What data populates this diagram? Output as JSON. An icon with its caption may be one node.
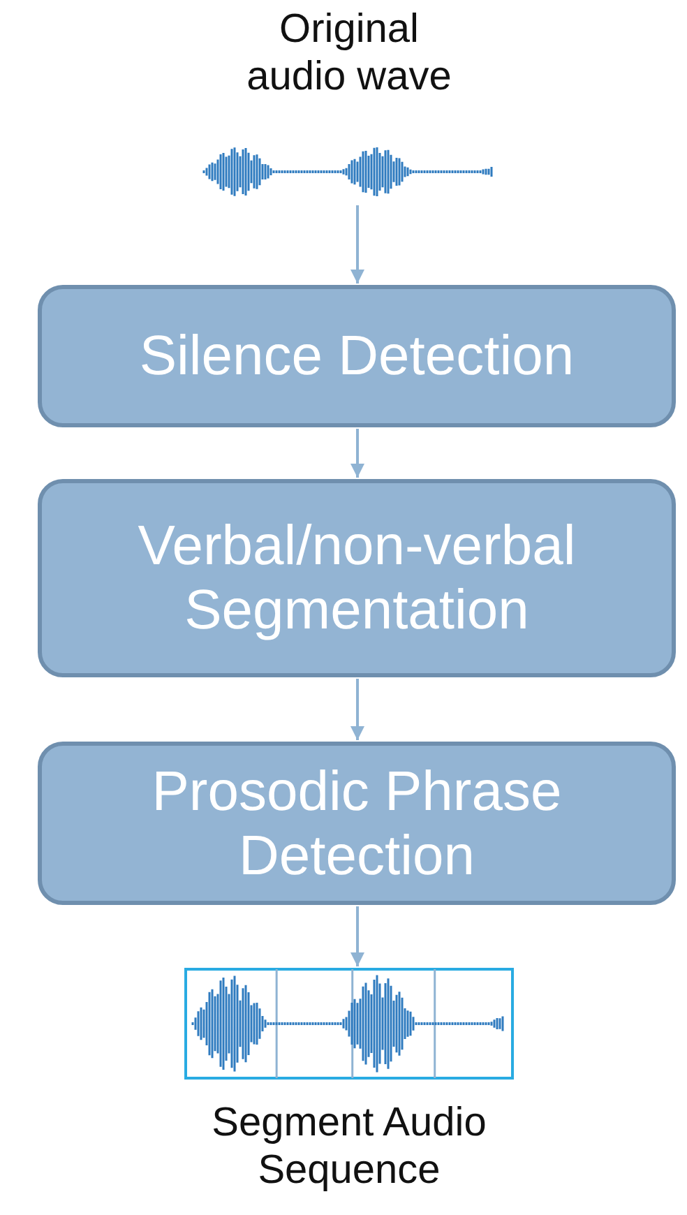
{
  "diagram": {
    "nodes": [
      {
        "text": [
          "Original audio wave"
        ]
      },
      {
        "text": [
          "Silence Detection"
        ]
      },
      {
        "text": [
          "Verbal/non-verbal Segmentation"
        ]
      },
      {
        "text": [
          "Prosodic Phrase Detection"
        ]
      },
      {
        "text": [
          "Segment Audio Sequence"
        ]
      }
    ],
    "edges": [
      {
        "from": 0,
        "to": 1,
        "arrow": "to"
      },
      {
        "from": 1,
        "to": 2,
        "arrow": "to"
      },
      {
        "from": 2,
        "to": 3,
        "arrow": "to"
      },
      {
        "from": 3,
        "to": 4,
        "arrow": "to"
      }
    ]
  }
}
